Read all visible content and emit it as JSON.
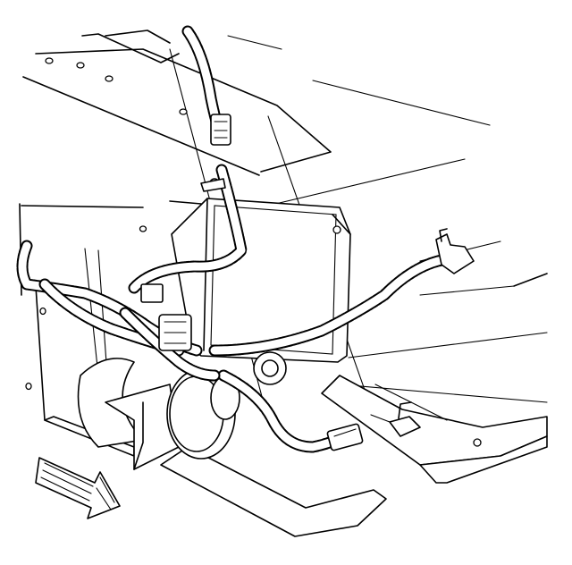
{
  "figure": {
    "labels": [],
    "components": [
      "vehicle-frame",
      "bracket-plate",
      "horn",
      "wiring-harness",
      "electrical-connector",
      "harness-clip",
      "front-direction-arrow"
    ]
  }
}
